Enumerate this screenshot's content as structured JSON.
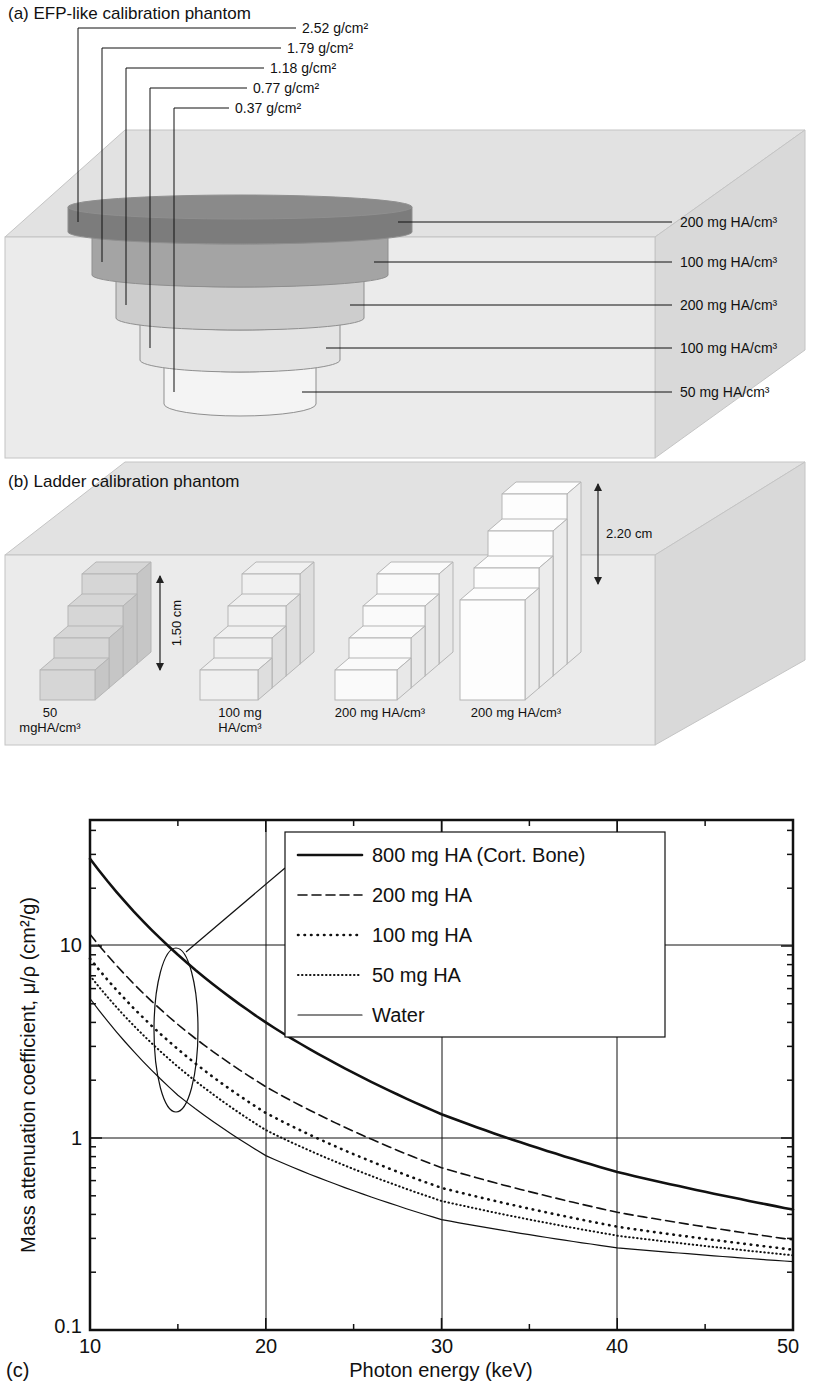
{
  "diagram": {
    "labels": [
      "(a) EFP-like calibration phantom",
      "2.52 g/cm²",
      "1.79 g/cm²",
      "1.18 g/cm²",
      "0.77 g/cm²",
      "0.37 g/cm²",
      "200 mg HA/cm³",
      "100 mg HA/cm³",
      "200 mg HA/cm³",
      "100 mg HA/cm³",
      "50 mg HA/cm³",
      "(b) Ladder calibration phantom",
      "1.50 cm",
      "2.20 cm",
      "50 mgHA/cm³",
      "100 mg HA/cm³",
      "200 mg HA/cm³",
      "200 mg HA/cm³",
      "10",
      "1",
      "0.1",
      "10",
      "20",
      "30",
      "40",
      "50",
      "Mass attenuation coefficient, μ/ρ (cm²/g)",
      "Photon energy (keV)",
      "(c)"
    ],
    "legend": [
      {
        "text": "800 mg HA (Cort. Bone)"
      },
      {
        "text": "200 mg HA"
      },
      {
        "text": "100 mg HA"
      },
      {
        "text": "50 mg HA"
      },
      {
        "text": "Water"
      }
    ]
  }
}
